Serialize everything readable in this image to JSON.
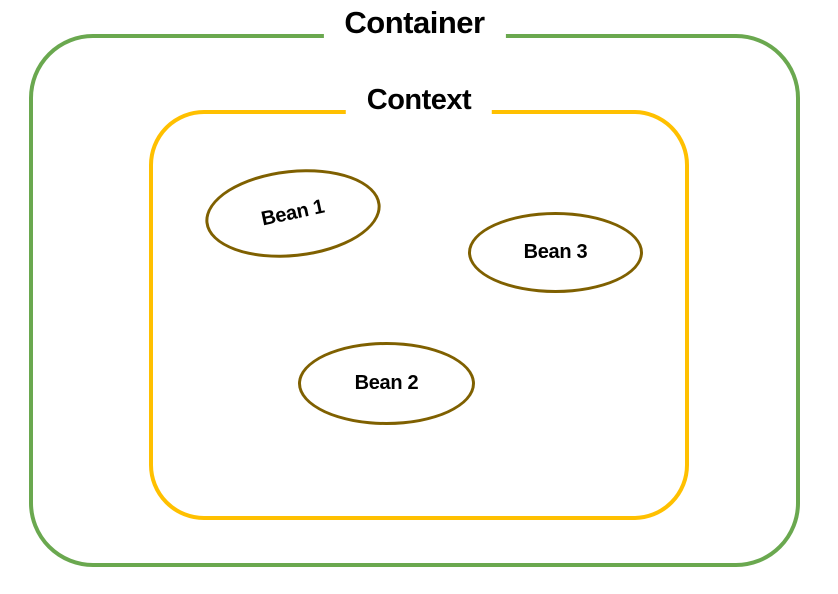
{
  "diagram": {
    "background_color": "#ffffff",
    "text_color": "#000000",
    "container": {
      "label": "Container",
      "border_color": "#6aa84f",
      "shape": "rounded-rectangle"
    },
    "context": {
      "label": "Context",
      "border_color": "#ffc000",
      "shape": "rounded-rectangle"
    },
    "beans": [
      {
        "label": "Bean 1",
        "border_color": "#7f6000",
        "shape": "ellipse",
        "tilted": true
      },
      {
        "label": "Bean 2",
        "border_color": "#7f6000",
        "shape": "ellipse",
        "tilted": false
      },
      {
        "label": "Bean 3",
        "border_color": "#7f6000",
        "shape": "ellipse",
        "tilted": false
      }
    ]
  }
}
